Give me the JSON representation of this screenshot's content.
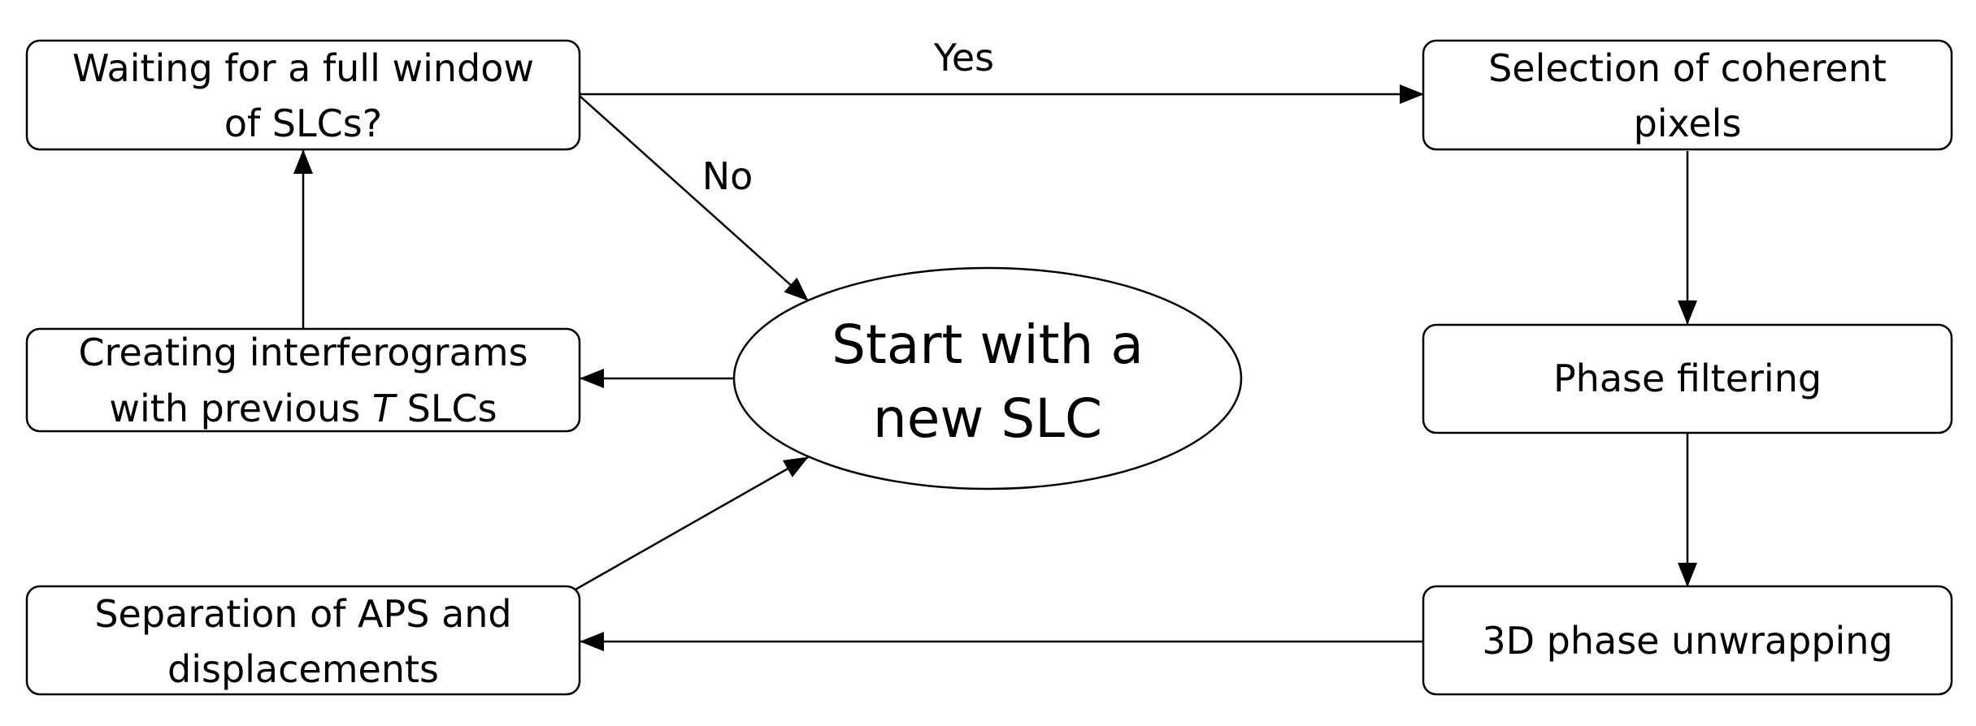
{
  "nodes": {
    "waiting": {
      "line1": "Waiting for a full window",
      "line2": "of SLCs?"
    },
    "creating": {
      "line1": "Creating interferograms",
      "line2_prefix": "with previous ",
      "line2_italic": "T",
      "line2_suffix": " SLCs"
    },
    "separation": {
      "line1": "Separation of APS and",
      "line2": "displacements"
    },
    "start": {
      "line1": "Start with a",
      "line2": "new SLC"
    },
    "selection": {
      "line1": "Selection of coherent",
      "line2": "pixels"
    },
    "phase_filtering": {
      "line1": "Phase filtering"
    },
    "unwrapping": {
      "line1": "3D phase unwrapping"
    }
  },
  "edges": {
    "yes_label": "Yes",
    "no_label": "No"
  }
}
